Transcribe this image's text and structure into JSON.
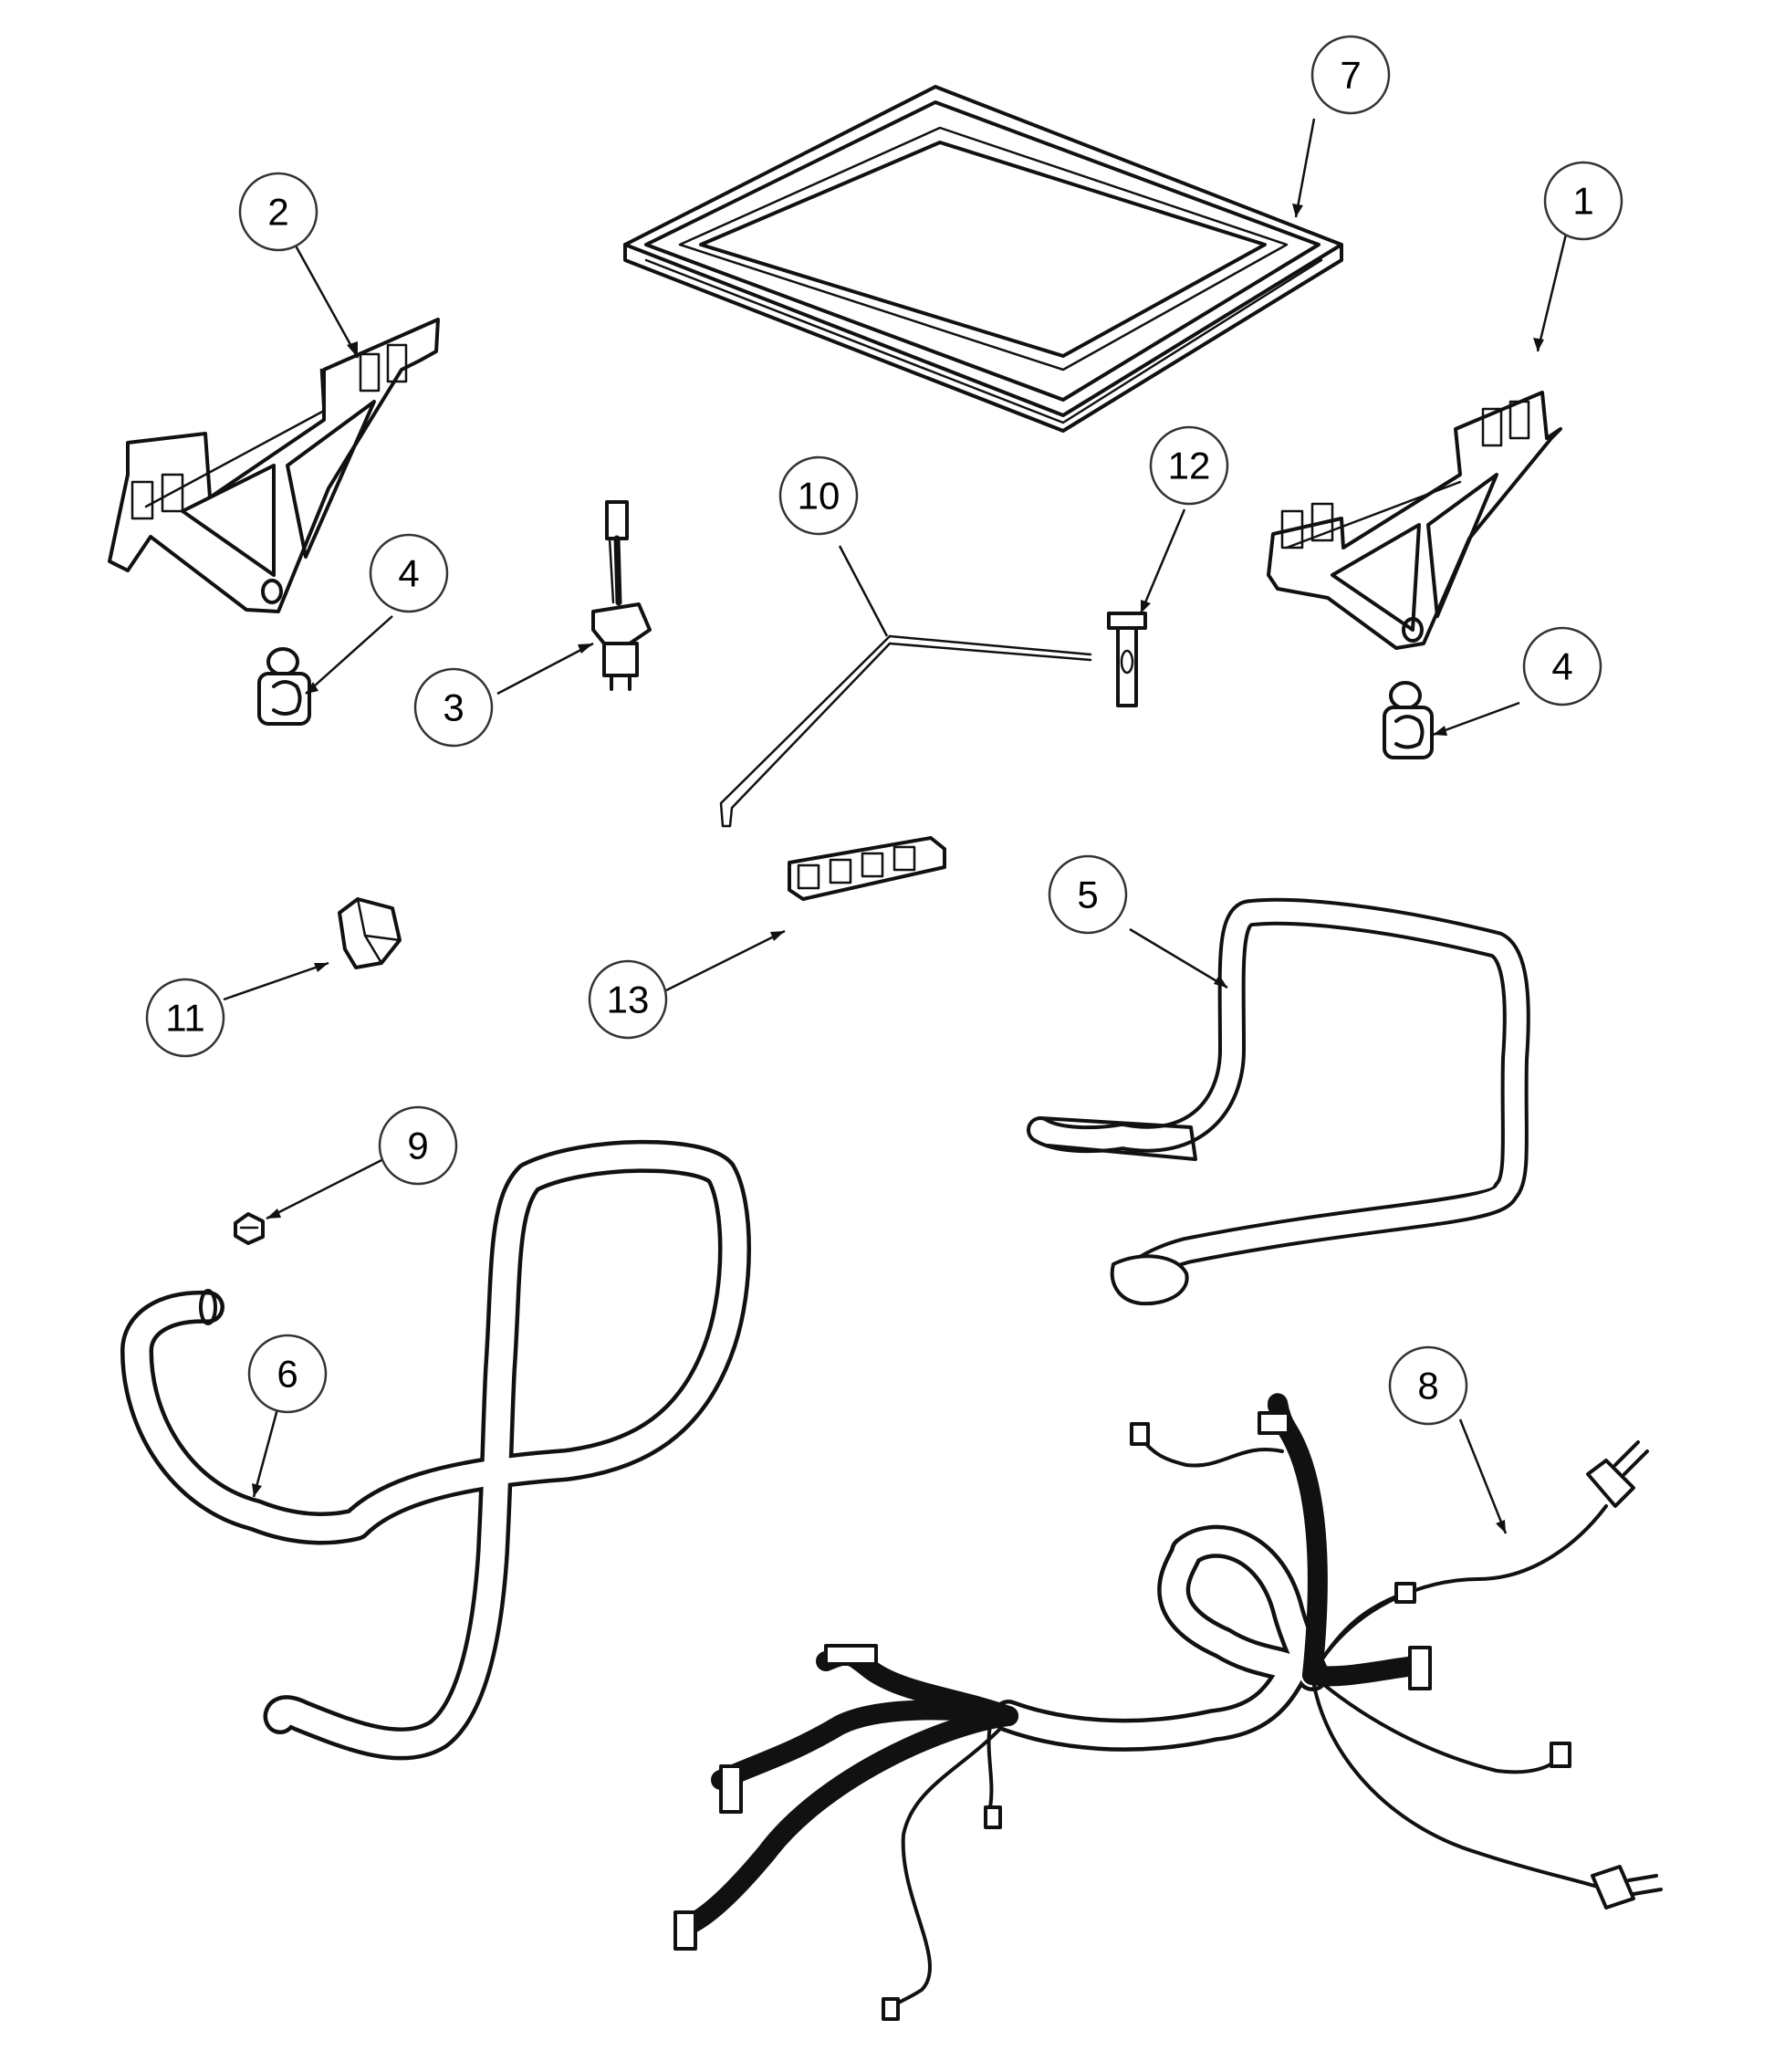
{
  "callouts": [
    {
      "id": "1",
      "label": "1"
    },
    {
      "id": "2",
      "label": "2"
    },
    {
      "id": "3",
      "label": "3"
    },
    {
      "id": "4a",
      "label": "4"
    },
    {
      "id": "4b",
      "label": "4"
    },
    {
      "id": "5",
      "label": "5"
    },
    {
      "id": "6",
      "label": "6"
    },
    {
      "id": "7",
      "label": "7"
    },
    {
      "id": "8",
      "label": "8"
    },
    {
      "id": "9",
      "label": "9"
    },
    {
      "id": "10",
      "label": "10"
    },
    {
      "id": "11",
      "label": "11"
    },
    {
      "id": "12",
      "label": "12"
    },
    {
      "id": "13",
      "label": "13"
    }
  ],
  "colors": {
    "line": "#111111",
    "background": "#ffffff",
    "callout_stroke": "#333333"
  }
}
